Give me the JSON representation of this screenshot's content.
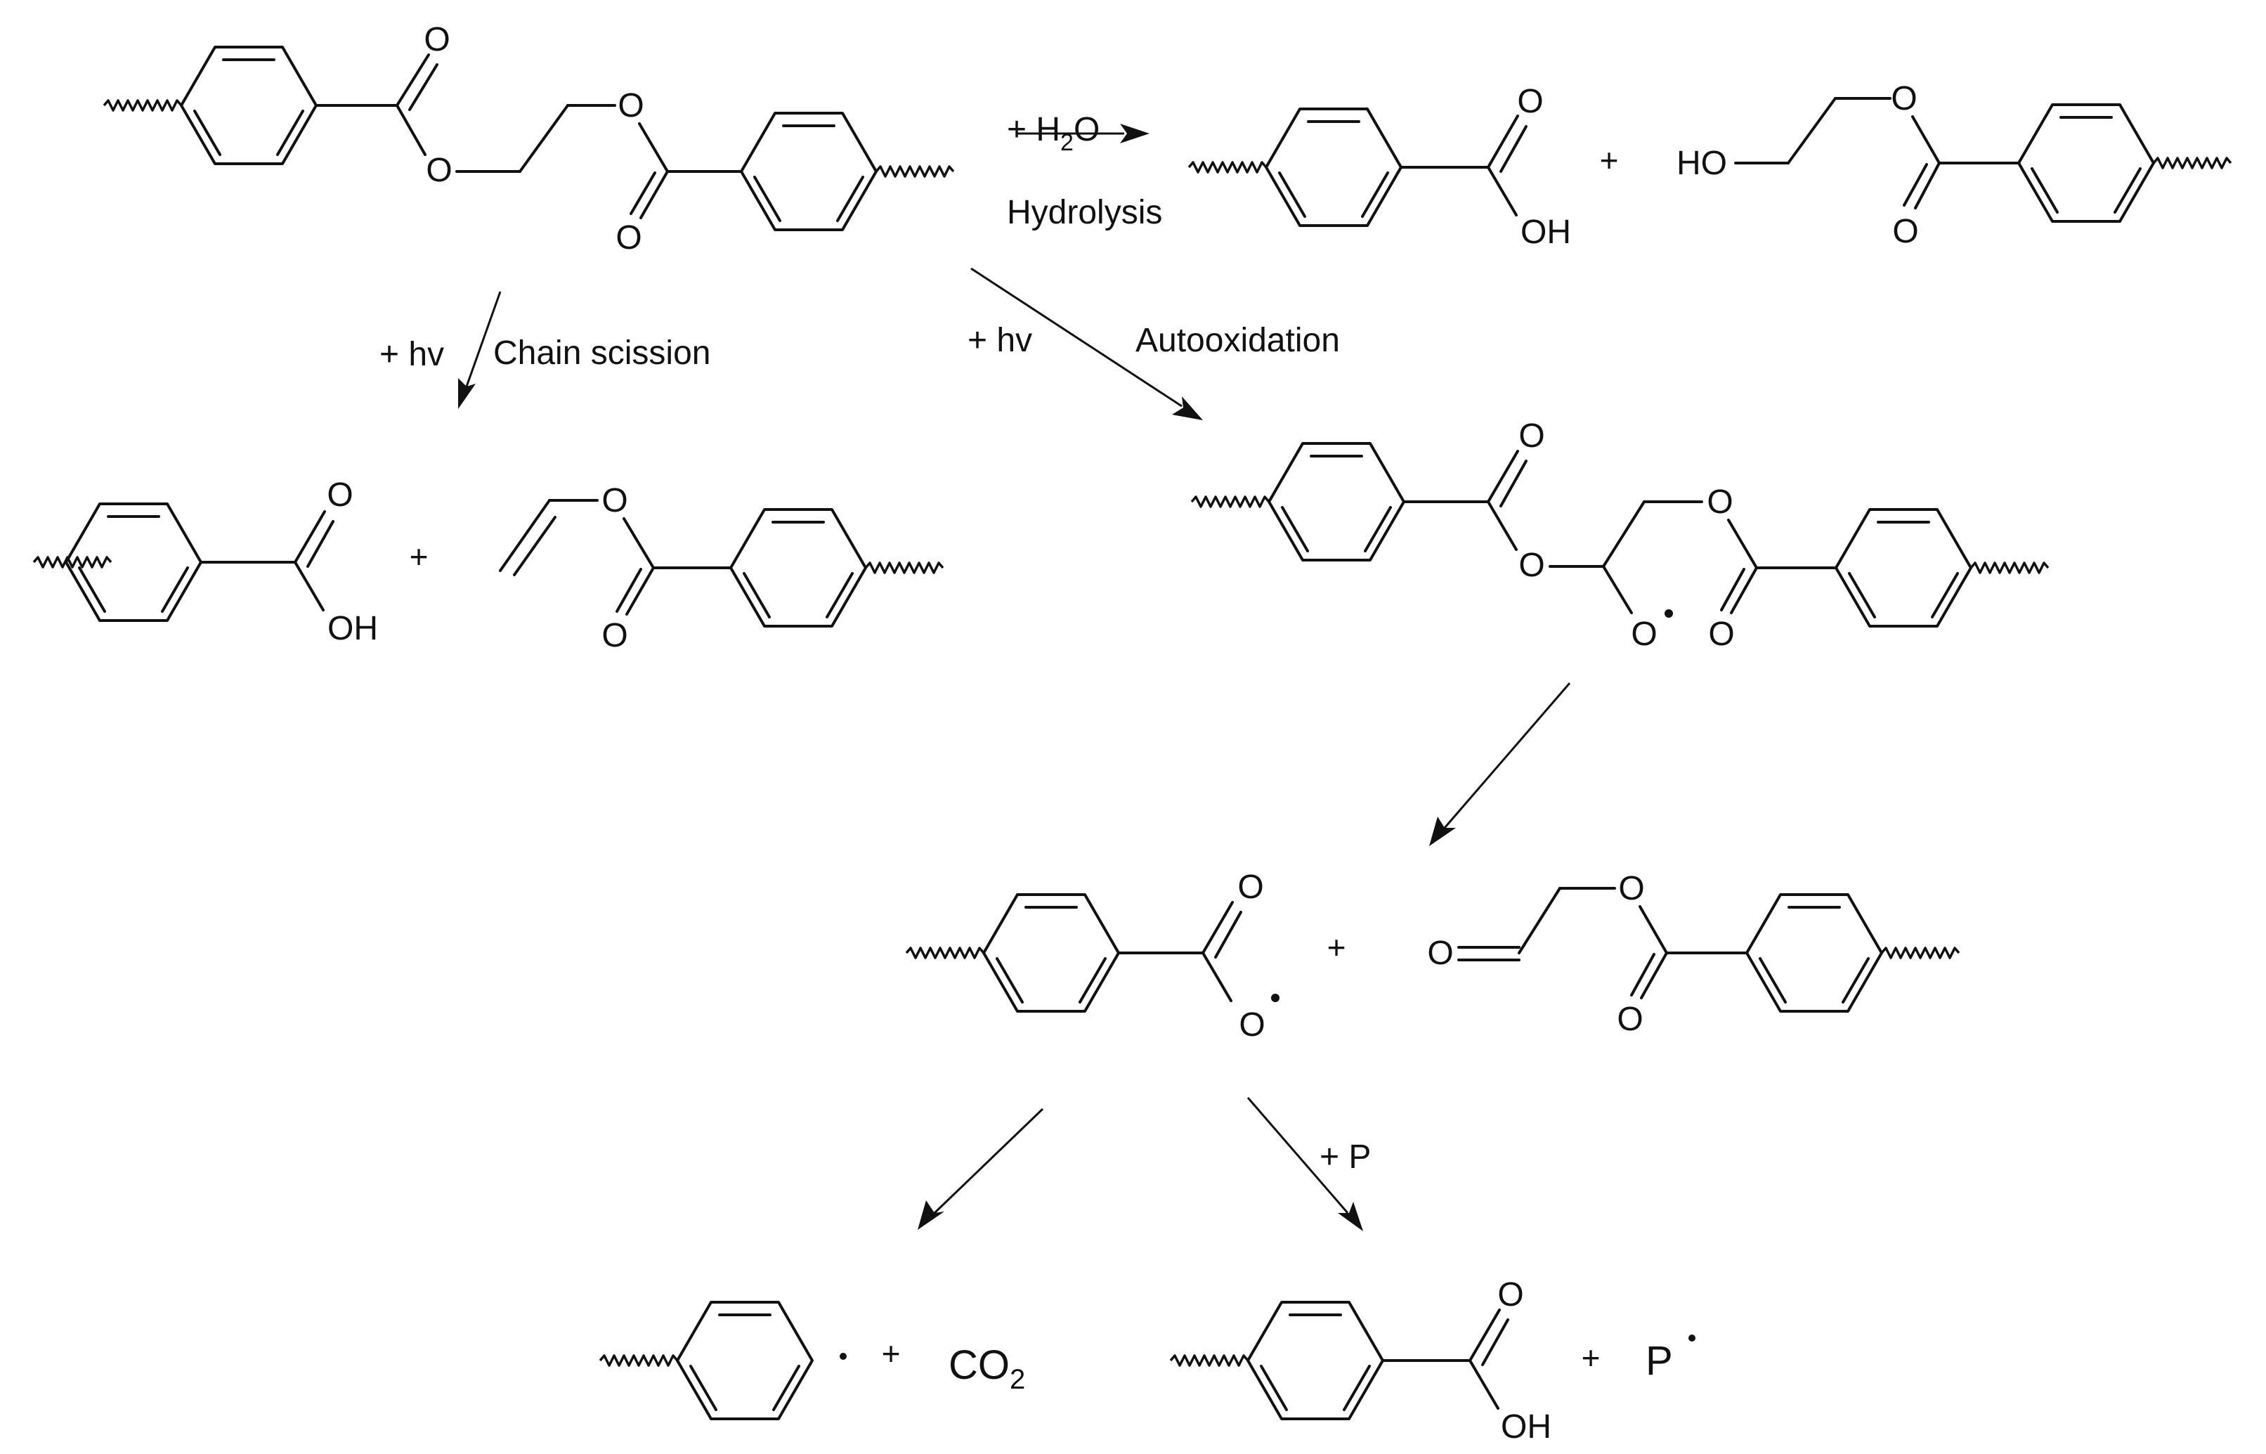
{
  "atoms": {
    "O": "O",
    "OH": "OH",
    "HO": "HO",
    "P": "P",
    "CO": "CO",
    "sub2": "2"
  },
  "operators": {
    "plus": "+"
  },
  "reactions": {
    "hydrolysis": {
      "reagent_prefix": "+ H",
      "reagent_sub": "2",
      "reagent_suffix": "O",
      "label": "Hydrolysis"
    },
    "chain_scission": {
      "reagent": "+ hv",
      "label": "Chain scission"
    },
    "autooxidation": {
      "reagent": "+ hv",
      "label": "Autooxidation"
    },
    "abstraction": {
      "reagent": "+ P"
    }
  },
  "colors": {
    "ink": "#111111",
    "background": "#ffffff"
  }
}
